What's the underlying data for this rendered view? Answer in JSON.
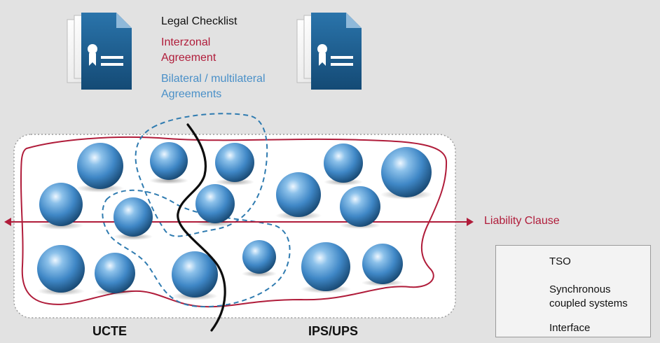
{
  "checklist": {
    "title": "Legal Checklist",
    "interzonal_line1": "Interzonal",
    "interzonal_line2": "Agreement",
    "bilateral_line1": "Bilateral / multilateral",
    "bilateral_line2": "Agreements"
  },
  "labels": {
    "liability": "Liability Clause",
    "left_system": "UCTE",
    "right_system": "IPS/UPS"
  },
  "legend": {
    "tso": "TSO",
    "sync_line1": "Synchronous",
    "sync_line2": "coupled systems",
    "interface": "Interface"
  },
  "colors": {
    "background": "#e2e2e2",
    "interzonal": "#b01c3a",
    "bilateral": "#4a90c8",
    "tso_sphere": "#3f87c6",
    "document_icon": "#1f5e8e"
  },
  "icons": {
    "document": "certificate-document-icon",
    "tso": "tso-sphere-icon",
    "interface": "interface-curve-icon"
  }
}
